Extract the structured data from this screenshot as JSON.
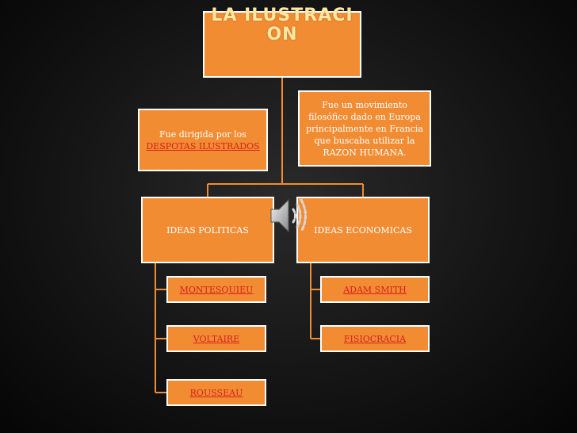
{
  "title": "LA ILUSTRACION",
  "description": "Fue un movimiento filosófico dado en Europa principalmente en Francia que buscaba utilizar la RAZON HUMANA.",
  "directed_prefix": "Fue dirigida por los",
  "directed_link": "DESPOTAS ILUSTRADOS",
  "ideas_politicas": "IDEAS POLITICAS",
  "ideas_economicas": "IDEAS ECONOMICAS",
  "politicas_items": [
    "MONTESQUIEU",
    "VOLTAIRE",
    "ROUSSEAU"
  ],
  "economicas_items": [
    "ADAM SMITH",
    "FISIOCRACIA"
  ],
  "colors": {
    "box": "#f28c33",
    "border": "#ffffff",
    "link": "#d81e1e",
    "background": "#151515"
  },
  "icons": {
    "audio": "speaker-icon"
  }
}
